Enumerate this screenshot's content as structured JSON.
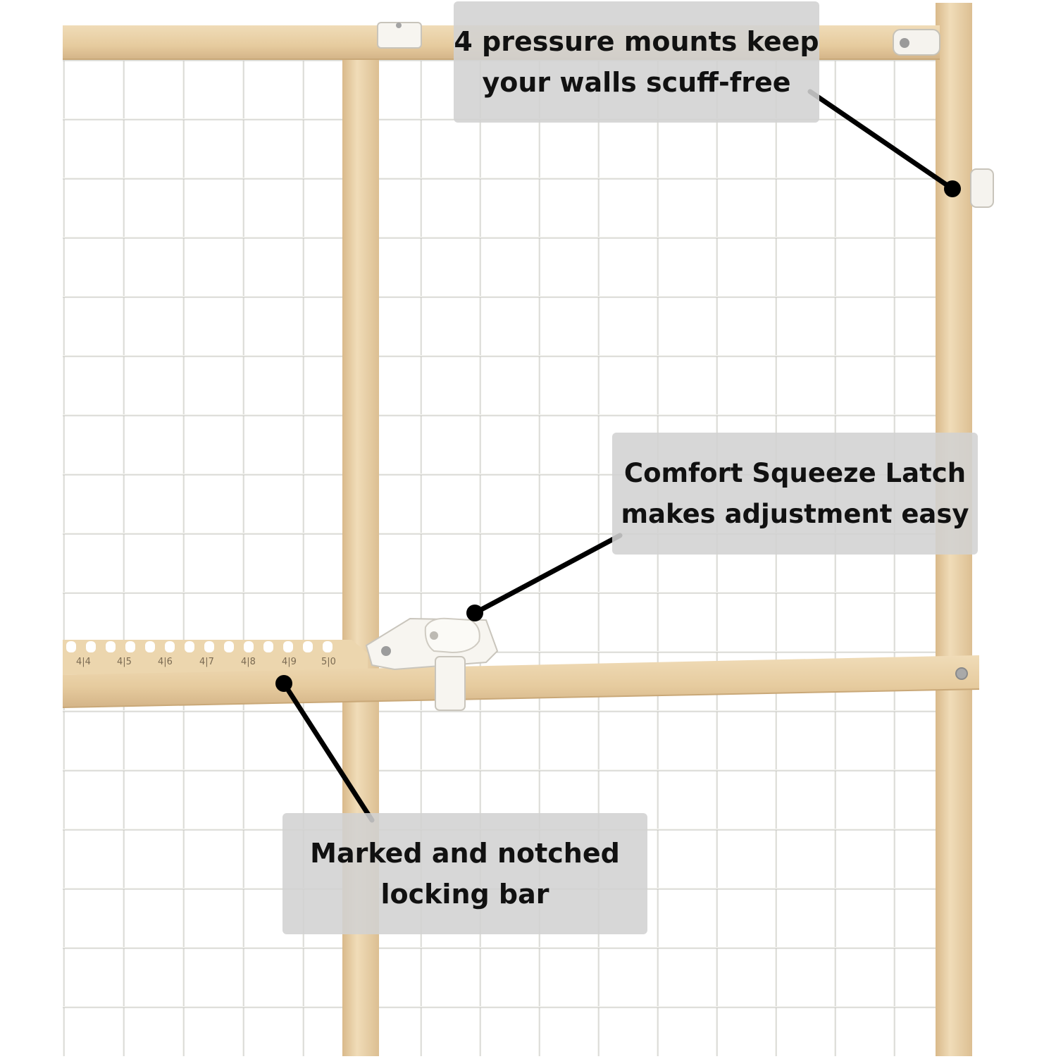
{
  "callouts": {
    "mounts": {
      "line1": "4 pressure mounts keep",
      "line2": "your walls scuff-free"
    },
    "latch": {
      "line1": "Comfort Squeeze Latch",
      "line2": "makes adjustment easy"
    },
    "bar": {
      "line1": "Marked and notched",
      "line2": "locking bar"
    }
  },
  "ruler": {
    "labels": [
      "4|4",
      "4|5",
      "4|6",
      "4|7",
      "4|8",
      "4|9",
      "5|0"
    ]
  },
  "colors": {
    "wood": "#e8cfa4",
    "wood_shadow": "#d4b488",
    "wire": "#f2f2ee",
    "wire_shadow": "#bdbdb8",
    "latch": "#f7f5f0",
    "leader": "#000000",
    "callout_bg": "#d2d2d2"
  }
}
